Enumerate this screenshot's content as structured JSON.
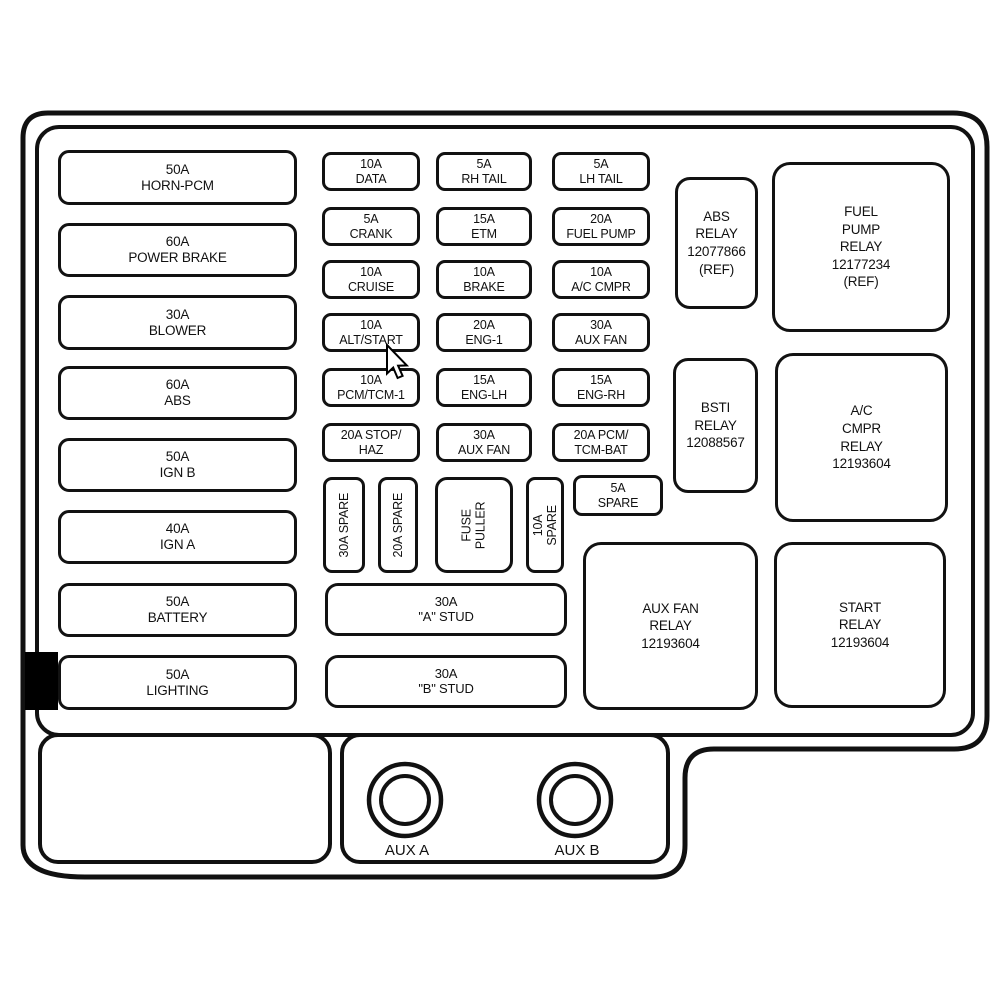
{
  "fuses_left": [
    [
      "50A",
      "HORN-PCM"
    ],
    [
      "60A",
      "POWER BRAKE"
    ],
    [
      "30A",
      "BLOWER"
    ],
    [
      "60A",
      "ABS"
    ],
    [
      "50A",
      "IGN B"
    ],
    [
      "40A",
      "IGN A"
    ],
    [
      "50A",
      "BATTERY"
    ],
    [
      "50A",
      "LIGHTING"
    ]
  ],
  "fuses_col_a": [
    [
      "10A",
      "DATA"
    ],
    [
      "5A",
      "CRANK"
    ],
    [
      "10A",
      "CRUISE"
    ],
    [
      "10A",
      "ALT/START"
    ],
    [
      "10A",
      "PCM/TCM-1"
    ],
    [
      "20A STOP/",
      "HAZ"
    ]
  ],
  "fuses_col_b": [
    [
      "5A",
      "RH TAIL"
    ],
    [
      "15A",
      "ETM"
    ],
    [
      "10A",
      "BRAKE"
    ],
    [
      "20A",
      "ENG-1"
    ],
    [
      "15A",
      "ENG-LH"
    ],
    [
      "30A",
      "AUX FAN"
    ]
  ],
  "fuses_col_c": [
    [
      "5A",
      "LH TAIL"
    ],
    [
      "20A",
      "FUEL PUMP"
    ],
    [
      "10A",
      "A/C CMPR"
    ],
    [
      "30A",
      "AUX FAN"
    ],
    [
      "15A",
      "ENG-RH"
    ],
    [
      "20A PCM/",
      "TCM-BAT"
    ]
  ],
  "spares": {
    "s30": "30A SPARE",
    "s20": "20A SPARE",
    "puller": [
      "FUSE",
      "PULLER"
    ],
    "s10": [
      "10A",
      "SPARE"
    ],
    "s5": [
      "5A",
      "SPARE"
    ]
  },
  "studs": [
    [
      "30A",
      "\"A\" STUD"
    ],
    [
      "30A",
      "\"B\" STUD"
    ]
  ],
  "relays": {
    "abs": [
      "ABS",
      "RELAY",
      "12077866",
      "(REF)"
    ],
    "fuel_pump": [
      "FUEL",
      "PUMP",
      "RELAY",
      "12177234",
      "(REF)"
    ],
    "bsti": [
      "BSTI",
      "RELAY",
      "12088567"
    ],
    "ac_cmpr": [
      "A/C",
      "CMPR",
      "RELAY",
      "12193604"
    ],
    "aux_fan": [
      "AUX FAN",
      "RELAY",
      "12193604"
    ],
    "start": [
      "START",
      "RELAY",
      "12193604"
    ]
  },
  "aux_terminals": {
    "a": "AUX A",
    "b": "AUX B"
  },
  "colors": {
    "line": "#111111",
    "background": "#ffffff"
  }
}
